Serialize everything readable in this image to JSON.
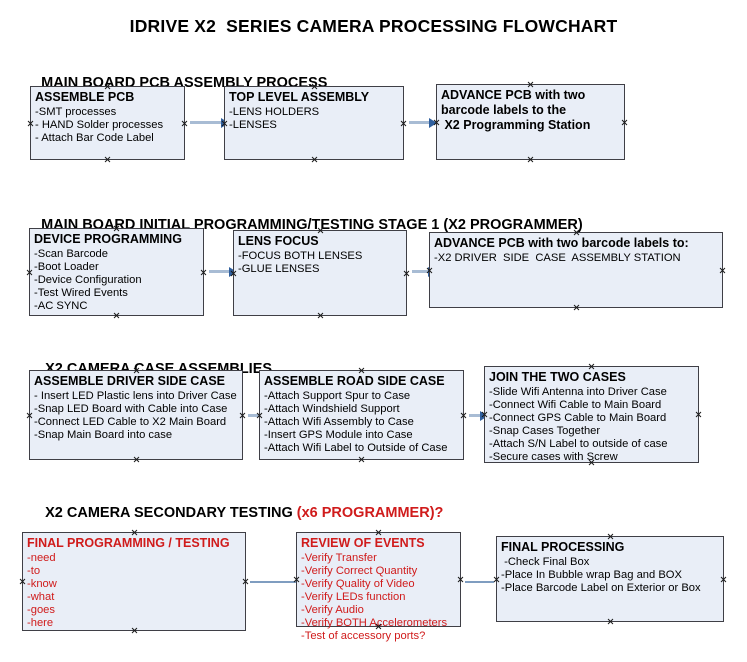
{
  "document": {
    "title": "IDRIVE X2  SERIES CAMERA PROCESSING FLOWCHART",
    "accent_color": "#d01b1b",
    "box_fill_color": "#e9eef7",
    "box_border_color": "#3f3f46",
    "connector_color": "#a8bcd4",
    "arrowhead_color": "#2f5f9e"
  },
  "sections": [
    {
      "id": "main-board-pcb-assembly-process",
      "title": "MAIN BOARD PCB ASSEMBLY PROCESS",
      "title_accent": "",
      "nodes": [
        {
          "id": "assemble-pcb",
          "header": "ASSEMBLE PCB",
          "lines": [
            "-SMT processes",
            "- HAND Solder processes",
            "- Attach Bar Code Label"
          ],
          "text_color": "black"
        },
        {
          "id": "top-level-assembly",
          "header": "TOP LEVEL ASSEMBLY",
          "lines": [
            "-LENS HOLDERS",
            "-LENSES"
          ],
          "text_color": "black"
        },
        {
          "id": "advance-pcb-to-x2-programming-station",
          "header": "ADVANCE PCB with two\nbarcode labels to the\n X2 Programming Station",
          "lines": [],
          "text_color": "black"
        }
      ]
    },
    {
      "id": "main-board-initial-programming-testing-stage-1",
      "title": "MAIN BOARD INITIAL PROGRAMMING/TESTING STAGE 1 (X2 PROGRAMMER)",
      "title_accent": "",
      "nodes": [
        {
          "id": "device-programming",
          "header": "DEVICE PROGRAMMING",
          "lines": [
            "-Scan Barcode",
            "-Boot Loader",
            "-Device Configuration",
            "-Test Wired Events",
            "-AC SYNC"
          ],
          "text_color": "black"
        },
        {
          "id": "lens-focus",
          "header": "LENS FOCUS",
          "lines": [
            "-FOCUS BOTH LENSES",
            "-GLUE LENSES"
          ],
          "text_color": "black"
        },
        {
          "id": "advance-pcb-to-driver-side-case-assembly-station",
          "header": "ADVANCE PCB with two barcode labels to:",
          "lines": [
            "-X2 DRIVER  SIDE  CASE  ASSEMBLY STATION"
          ],
          "text_color": "black"
        }
      ]
    },
    {
      "id": "x2-camera-case-assemblies",
      "title": "X2 CAMERA CASE ASSEMBLIES",
      "title_accent": "",
      "nodes": [
        {
          "id": "assemble-driver-side-case",
          "header": "ASSEMBLE DRIVER SIDE CASE",
          "lines": [
            "- Insert LED Plastic lens into Driver Case",
            "-Snap LED Board with Cable into Case",
            "-Connect LED Cable to X2 Main Board",
            "-Snap Main Board into case"
          ],
          "text_color": "black"
        },
        {
          "id": "assemble-road-side-case",
          "header": "ASSEMBLE ROAD SIDE CASE",
          "lines": [
            "-Attach Support Spur to Case",
            "-Attach Windshield Support",
            "-Attach Wifi Assembly to Case",
            "-Insert GPS Module into Case",
            "-Attach Wifi Label to Outside of Case"
          ],
          "text_color": "black"
        },
        {
          "id": "join-the-two-cases",
          "header": "JOIN THE TWO CASES",
          "lines": [
            "-Slide Wifi Antenna into Driver Case",
            "-Connect Wifi Cable to Main Board",
            "-Connect GPS Cable to Main Board",
            "-Snap Cases Together",
            "-Attach S/N Label to outside of case",
            "-Secure cases with Screw"
          ],
          "text_color": "black"
        }
      ]
    },
    {
      "id": "x2-camera-secondary-testing",
      "title": "X2 CAMERA SECONDARY TESTING ",
      "title_accent": "(x6 PROGRAMMER)?",
      "nodes": [
        {
          "id": "final-programming-testing",
          "header": "FINAL PROGRAMMING / TESTING",
          "lines": [
            "-need",
            "-to",
            "-know",
            "-what",
            "-goes",
            "-here"
          ],
          "text_color": "red"
        },
        {
          "id": "review-of-events",
          "header": "REVIEW OF EVENTS",
          "lines": [
            "-Verify Transfer",
            "-Verify Correct Quantity",
            "-Verify Quality of Video",
            "-Verify LEDs function",
            "-Verify Audio",
            "-Verify BOTH Accelerometers",
            "-Test of accessory ports?"
          ],
          "text_color": "red"
        },
        {
          "id": "final-processing",
          "header": "FINAL PROCESSING",
          "lines": [
            " -Check Final Box",
            "-Place In Bubble wrap Bag and BOX",
            "-Place Barcode Label on Exterior or Box"
          ],
          "text_color": "black"
        }
      ]
    }
  ]
}
